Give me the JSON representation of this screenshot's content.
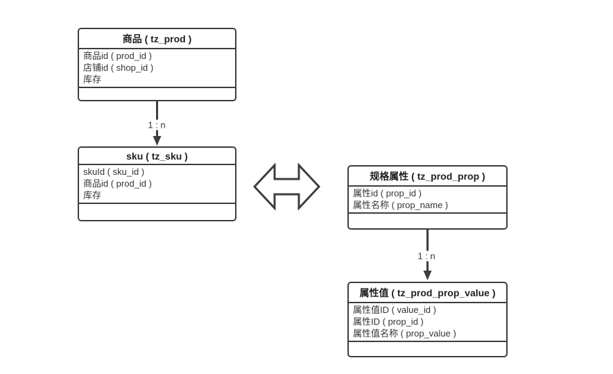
{
  "entities": [
    {
      "name": "prod",
      "title": "商品 ( tz_prod )",
      "fields": [
        "商品id ( prod_id )",
        "店铺id ( shop_id )",
        "库存"
      ]
    },
    {
      "name": "sku",
      "title": "sku ( tz_sku )",
      "fields": [
        "skuId ( sku_id )",
        "商品id ( prod_id )",
        "库存"
      ]
    },
    {
      "name": "prod_prop",
      "title": "规格属性 ( tz_prod_prop )",
      "fields": [
        "属性id ( prop_id )",
        "属性名称 ( prop_name )"
      ]
    },
    {
      "name": "prod_prop_value",
      "title": "属性值 ( tz_prod_prop_value )",
      "fields": [
        "属性值ID ( value_id )",
        "属性ID ( prop_id )",
        "属性值名称 ( prop_value )"
      ]
    }
  ],
  "connectors": [
    {
      "from": "prod",
      "to": "sku",
      "label": "1 : n",
      "type": "arrow-down"
    },
    {
      "from": "prod_prop",
      "to": "prod_prop_value",
      "label": "1 : n",
      "type": "arrow-down"
    }
  ],
  "relation_icon": {
    "name": "double-horizontal-arrow",
    "between": [
      "sku",
      "prod_prop"
    ]
  },
  "colors": {
    "line": "#3d3d3d",
    "text": "#333333",
    "background": "#ffffff"
  }
}
